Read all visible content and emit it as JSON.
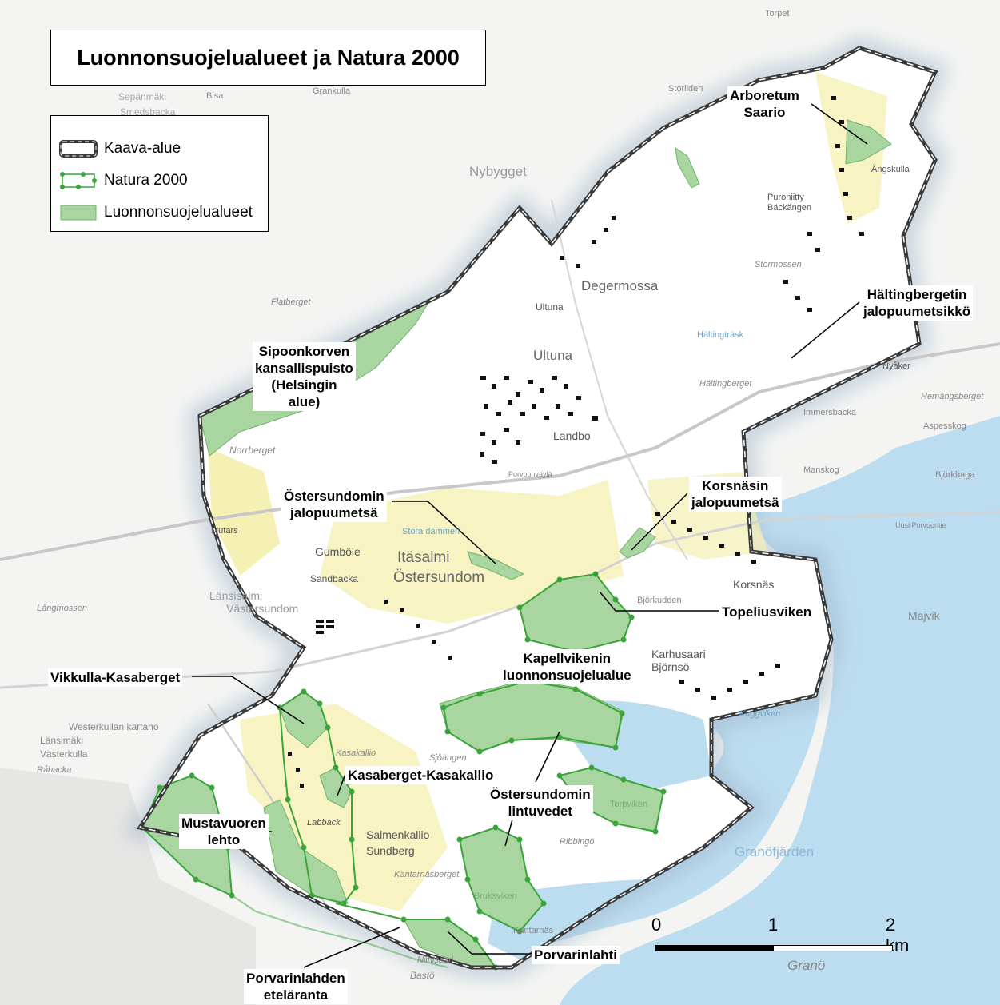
{
  "title": "Luonnonsuojelualueet ja Natura 2000",
  "legend": {
    "items": [
      {
        "label": "Kaava-alue",
        "icon": "plan-area-symbol"
      },
      {
        "label": "Natura 2000",
        "icon": "natura-2000-symbol"
      },
      {
        "label": "Luonnonsuojelualueet",
        "icon": "protected-area-symbol"
      }
    ]
  },
  "scale": {
    "labels": [
      "0",
      "1",
      "2 km"
    ]
  },
  "colors": {
    "protected_fill": "#a9d6a0",
    "natura_line": "#3aa53a",
    "boundary": "#3a3a3a",
    "water": "#bcdcef",
    "fields": "#f5f0b4",
    "buildings": "#111111"
  },
  "callouts": {
    "arboretum": [
      "Arboretum",
      "Saario"
    ],
    "haltingbergetin": [
      "Hältingbergetin",
      "jalopuumetsikkö"
    ],
    "sipoonkorven": [
      "Sipoonkorven",
      "kansallispuisto",
      "(Helsingin",
      "alue)"
    ],
    "ostersundomin_jalopuu": [
      "Östersundomin",
      "jalopuumetsä"
    ],
    "korsnasin": [
      "Korsnäsin",
      "jalopuumetsä"
    ],
    "topeliusviken": "Topeliusviken",
    "kapellvikenin": [
      "Kapellvikenin",
      "luonnonsuojelualue"
    ],
    "vikkulla": "Vikkulla-Kasaberget",
    "kasaberget": "Kasaberget-Kasakallio",
    "lintuvedet": [
      "Östersundomin",
      "lintuvedet"
    ],
    "mustavuoren": [
      "Mustavuoren",
      "lehto"
    ],
    "porvarinlahti": "Porvarinlahti",
    "porvarinlahden": [
      "Porvarinlahden",
      "eteläranta"
    ]
  },
  "places": {
    "degermossa": "Degermossa",
    "ultuna_small": "Ultuna",
    "ultuna": "Ultuna",
    "landbo": "Landbo",
    "nybygget": "Nybygget",
    "gumbole": "Gumböle",
    "sandbacka": "Sandbacka",
    "itasalmi": "Itäsalmi",
    "ostersundom": "Östersundom",
    "lansisalmi": "Länsisalmi",
    "vastersundom": "Västersundom",
    "korsnas": "Korsnäs",
    "karhusaari": "Karhusaari",
    "bjornso": "Björnsö",
    "salmenkallio": "Salmenkallio",
    "sundberg": "Sundberg",
    "labback": "Labback",
    "norrberget": "Norrberget",
    "mutars": "Mutars",
    "angskulla": "Ängskulla",
    "puroniitty": "Puroniitty",
    "backangen": "Bäckängen",
    "stormossen": "Stormossen",
    "nyaker": "Nyåker",
    "granofjarden": "Granöfjärden",
    "grano": "Granö",
    "majvik": "Majvik",
    "ribbingo": "Ribbingö",
    "kantarnasberget": "Kantarnäsberget",
    "sjoangen": "Sjöängen",
    "kasakallio": "Kasakallio",
    "bjorkudden": "Björkudden",
    "hiltingberget": "Hältingberget",
    "immersbacka": "Immersbacka",
    "manskog": "Manskog",
    "bjorkhaga": "Björkhaga",
    "aspesskog": "Aspesskog",
    "hemangsberget": "Hemängsberget",
    "storliden": "Storliden",
    "flatberget": "Flatberget",
    "grankulla": "Grankulla",
    "sepanmaki": "Sepänmäki",
    "smedsbacka": "Smedsbacka",
    "bisa": "Bisa",
    "westerkullan": "Westerkullan kartano",
    "lansimaki": "Länsimäki",
    "vasterkulla": "Västerkulla",
    "rabacka": "Råbacka",
    "basto": "Bastö",
    "torpet": "Torpet",
    "stora_dammen": "Stora dammen",
    "langmossen": "Långmossen",
    "torpviken": "Torpviken",
    "kuggviken": "Kuggviken",
    "bruksviken": "Bruksviken",
    "ninisaari": "Niinisaari",
    "kantarnas": "Kantarnäs",
    "haltingrask": "Hältingträsk",
    "porvoonvayla": "Porvoonväylä",
    "uusi_porvoontie": "Uusi Porvoontie"
  }
}
